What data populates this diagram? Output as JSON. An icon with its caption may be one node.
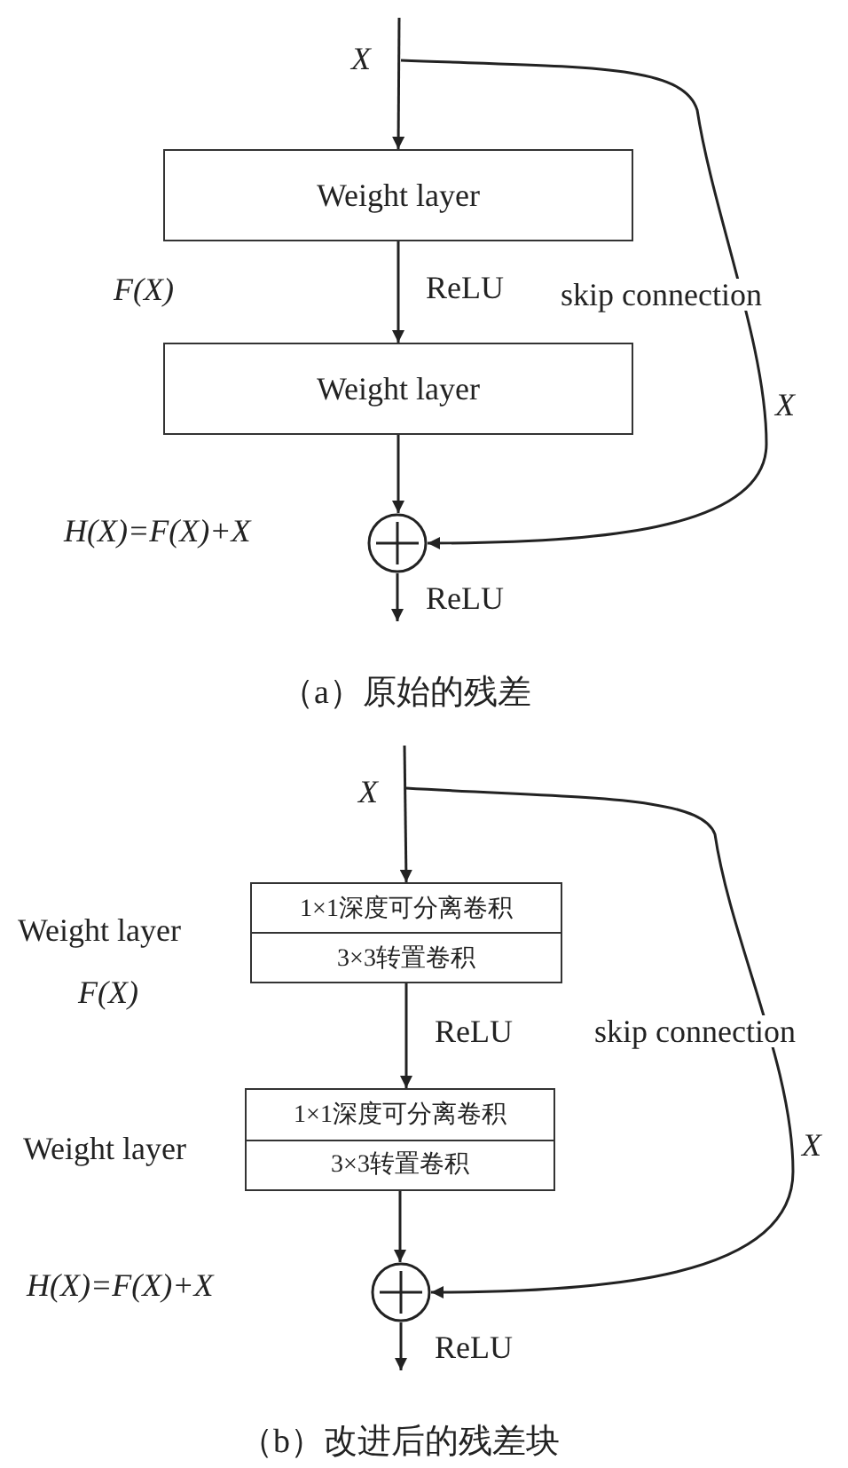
{
  "diagram": {
    "nodes": [
      {
        "text": [
          "Weight layer"
        ]
      },
      {
        "text": [
          "Weight layer"
        ]
      },
      {
        "text": [],
        "shape": "circle"
      },
      {
        "text": [
          "1×1深度可分离卷积",
          "3×3转置卷积"
        ],
        "beside": [
          "Weight layer"
        ]
      },
      {
        "text": [
          "1×1深度可分离卷积",
          "3×3转置卷积"
        ],
        "beside": [
          "Weight layer"
        ]
      },
      {
        "text": [],
        "shape": "circle"
      }
    ],
    "edges": [
      {
        "from": null,
        "to": 0,
        "arrow": "to"
      },
      {
        "from": 0,
        "to": 1,
        "arrow": "to",
        "label": "ReLU"
      },
      {
        "from": 1,
        "to": 2,
        "arrow": "to"
      },
      {
        "from": null,
        "to": 2,
        "arrow": "to"
      },
      {
        "from": 2,
        "to": null,
        "arrow": "to",
        "label": "ReLU"
      },
      {
        "from": null,
        "to": 3,
        "arrow": "to"
      },
      {
        "from": 3,
        "to": 4,
        "arrow": "to",
        "label": "ReLU"
      },
      {
        "from": 4,
        "to": 5,
        "arrow": "to"
      },
      {
        "from": null,
        "to": 5,
        "arrow": "to"
      },
      {
        "from": 5,
        "to": null,
        "arrow": "to",
        "label": "ReLU"
      }
    ],
    "labels": [
      "X",
      "F(X)",
      "skip connection",
      "X",
      "H(X)=F(X)+X",
      "（a）原始的残差",
      "X",
      "F(X)",
      "skip connection",
      "X",
      "H(X)=F(X)+X",
      "（b）改进后的残差块"
    ]
  }
}
